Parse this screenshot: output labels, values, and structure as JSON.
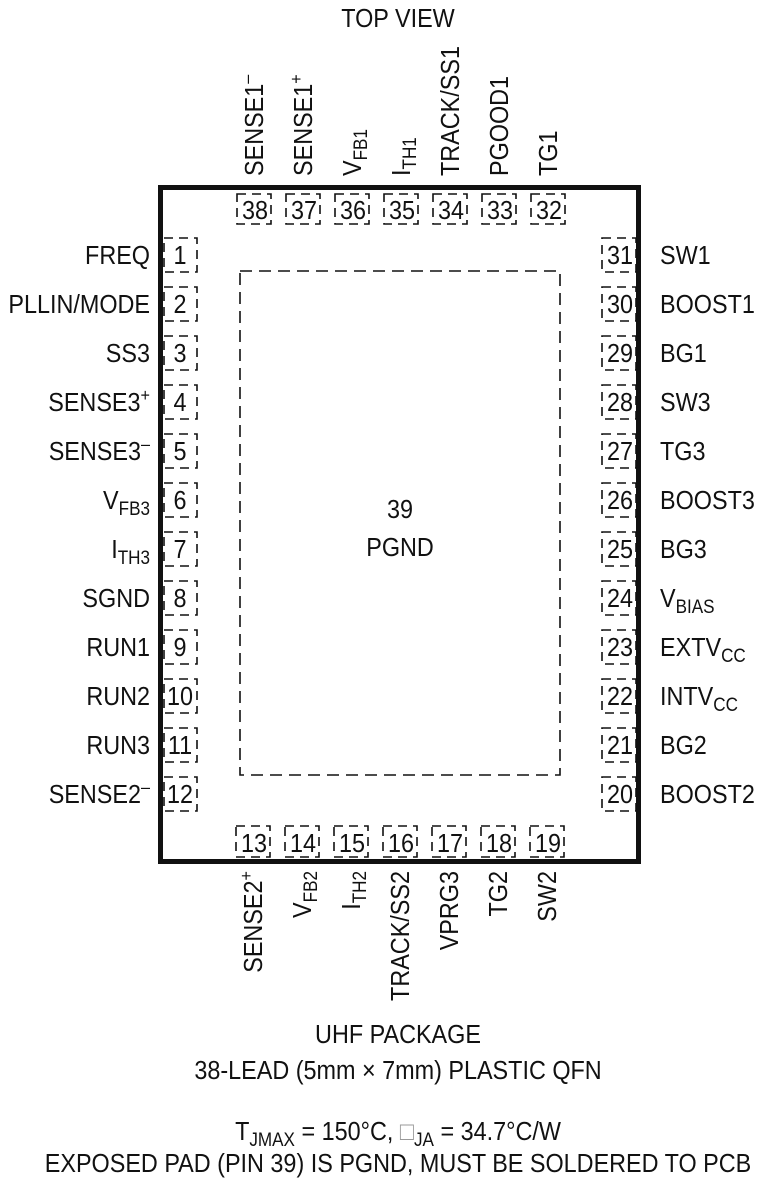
{
  "view_label": "TOP VIEW",
  "exposed_pad": {
    "num": "39",
    "name": "PGND"
  },
  "pins": {
    "top": [
      {
        "num": "38",
        "label": "SENSE1",
        "sup": "–"
      },
      {
        "num": "37",
        "label": "SENSE1",
        "sup": "+"
      },
      {
        "num": "36",
        "label": "V",
        "sub": "FB1"
      },
      {
        "num": "35",
        "label": "I",
        "sub": "TH1"
      },
      {
        "num": "34",
        "label": "TRACK/SS1"
      },
      {
        "num": "33",
        "label": "PGOOD1"
      },
      {
        "num": "32",
        "label": "TG1"
      }
    ],
    "left": [
      {
        "num": "1",
        "label": "FREQ"
      },
      {
        "num": "2",
        "label": "PLLIN/MODE"
      },
      {
        "num": "3",
        "label": "SS3"
      },
      {
        "num": "4",
        "label": "SENSE3",
        "sup": "+"
      },
      {
        "num": "5",
        "label": "SENSE3",
        "sup": "–"
      },
      {
        "num": "6",
        "label": "V",
        "sub": "FB3"
      },
      {
        "num": "7",
        "label": "I",
        "sub": "TH3"
      },
      {
        "num": "8",
        "label": "SGND"
      },
      {
        "num": "9",
        "label": "RUN1"
      },
      {
        "num": "10",
        "label": "RUN2"
      },
      {
        "num": "11",
        "label": "RUN3"
      },
      {
        "num": "12",
        "label": "SENSE2",
        "sup": "–"
      }
    ],
    "right": [
      {
        "num": "31",
        "label": "SW1"
      },
      {
        "num": "30",
        "label": "BOOST1"
      },
      {
        "num": "29",
        "label": "BG1"
      },
      {
        "num": "28",
        "label": "SW3"
      },
      {
        "num": "27",
        "label": "TG3"
      },
      {
        "num": "26",
        "label": "BOOST3"
      },
      {
        "num": "25",
        "label": "BG3"
      },
      {
        "num": "24",
        "label": "V",
        "sub": "BIAS"
      },
      {
        "num": "23",
        "label": "EXTV",
        "sub": "CC"
      },
      {
        "num": "22",
        "label": "INTV",
        "sub": "CC"
      },
      {
        "num": "21",
        "label": "BG2"
      },
      {
        "num": "20",
        "label": "BOOST2"
      }
    ],
    "bottom": [
      {
        "num": "13",
        "label": "SENSE2",
        "sup": "+"
      },
      {
        "num": "14",
        "label": "V",
        "sub": "FB2"
      },
      {
        "num": "15",
        "label": "I",
        "sub": "TH2"
      },
      {
        "num": "16",
        "label": "TRACK/SS2"
      },
      {
        "num": "17",
        "label": "VPRG3"
      },
      {
        "num": "18",
        "label": "TG2"
      },
      {
        "num": "19",
        "label": "SW2"
      }
    ]
  },
  "footer": {
    "package_name": "UHF PACKAGE",
    "package_desc": "38-LEAD (5mm × 7mm) PLASTIC QFN",
    "thermal": {
      "t": "T",
      "t_sub": "JMAX",
      "t_val": " = 150°C, ",
      "theta": "□",
      "theta_sub": "JA",
      "theta_val": " = 34.7°C/W"
    },
    "note": "EXPOSED PAD (PIN 39) IS PGND, MUST BE SOLDERED TO PCB"
  }
}
